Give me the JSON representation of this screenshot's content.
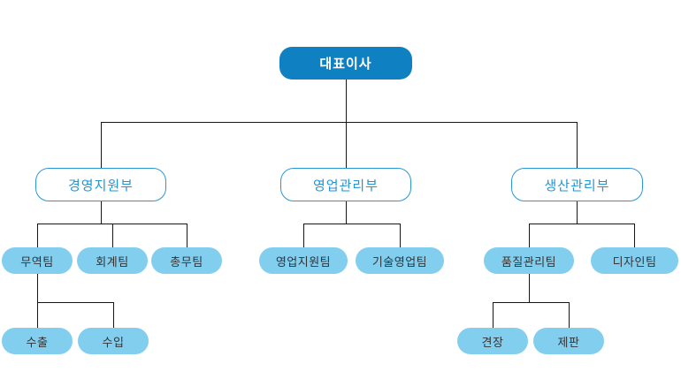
{
  "org": {
    "ceo": {
      "label": "대표이사"
    },
    "departments": [
      {
        "label": "경영지원부",
        "teams": [
          {
            "label": "무역팀",
            "children": [
              {
                "label": "수출"
              },
              {
                "label": "수입"
              }
            ]
          },
          {
            "label": "회계팀"
          },
          {
            "label": "총무팀"
          }
        ]
      },
      {
        "label": "영업관리부",
        "teams": [
          {
            "label": "영업지원팀"
          },
          {
            "label": "기술영업팀"
          }
        ]
      },
      {
        "label": "생산관리부",
        "teams": [
          {
            "label": "품질관리팀",
            "children": [
              {
                "label": "견장"
              },
              {
                "label": "제판"
              }
            ]
          },
          {
            "label": "디자인팀"
          }
        ]
      }
    ]
  },
  "colors": {
    "ceo_fill": "#0f81c2",
    "ceo_text": "#ffffff",
    "department_border": "#2a96d5",
    "department_text": "#2196d3",
    "team_fill": "#82ceef",
    "team_text": "#333333",
    "connector_line": "#161616",
    "background": "#ffffff"
  }
}
